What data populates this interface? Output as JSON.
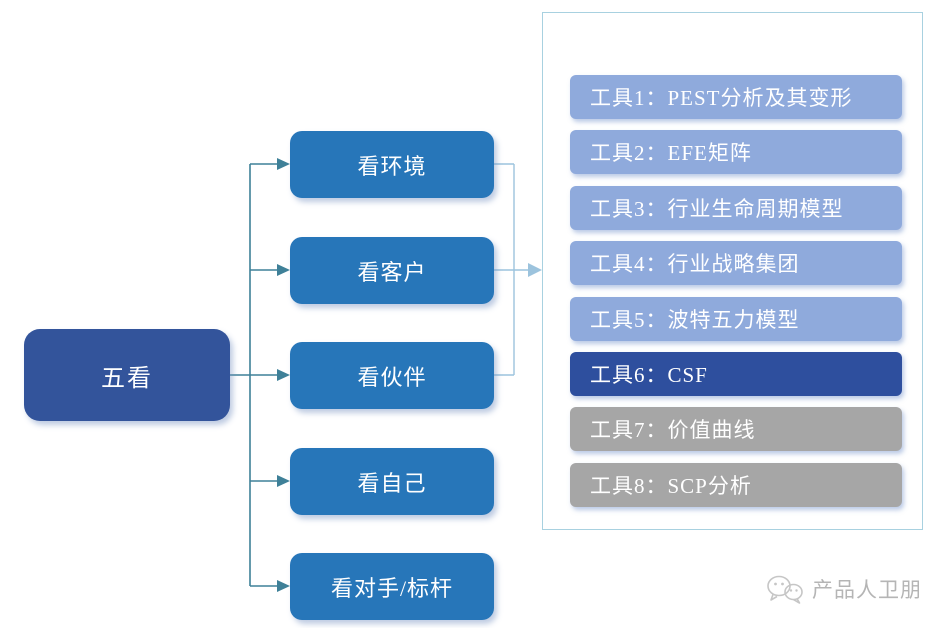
{
  "diagram": {
    "root_node": {
      "label": "五看"
    },
    "branches": [
      {
        "label": "看环境"
      },
      {
        "label": "看客户"
      },
      {
        "label": "看伙伴"
      },
      {
        "label": "看自己"
      },
      {
        "label": "看对手/标杆"
      }
    ],
    "tools": [
      {
        "label": "工具1：PEST分析及其变形",
        "variant": "light"
      },
      {
        "label": "工具2：EFE矩阵",
        "variant": "light"
      },
      {
        "label": "工具3：行业生命周期模型",
        "variant": "light"
      },
      {
        "label": "工具4：行业战略集团",
        "variant": "light"
      },
      {
        "label": "工具5：波特五力模型",
        "variant": "light"
      },
      {
        "label": "工具6：CSF",
        "variant": "dark"
      },
      {
        "label": "工具7：价值曲线",
        "variant": "gray"
      },
      {
        "label": "工具8：SCP分析",
        "variant": "gray"
      }
    ],
    "colors": {
      "root_node": "#33549B",
      "branch_node": "#2776B9",
      "tool_light": "#8FAADC",
      "tool_dark": "#2E4F9E",
      "tool_gray": "#A6A6A6",
      "teal_connector": "#3E8098",
      "light_connector": "#9CC3DD",
      "panel_border": "#A8D1E0",
      "text": "#FFFFFF"
    }
  },
  "watermark": {
    "text": "产品人卫朋"
  }
}
